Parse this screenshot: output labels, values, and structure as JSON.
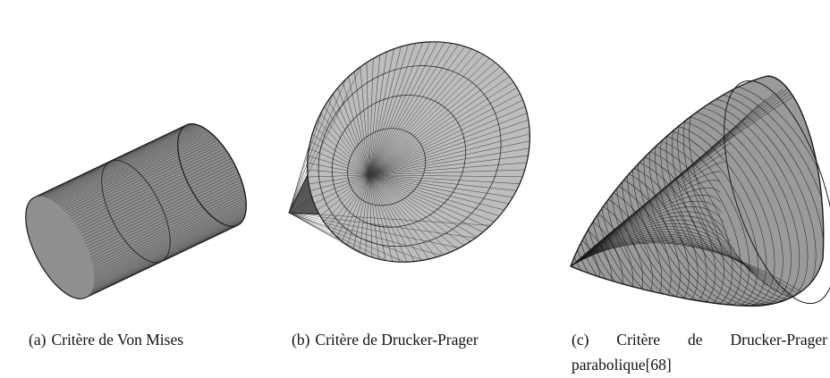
{
  "figures": [
    {
      "label": "(a)",
      "caption": "Critère de Von Mises"
    },
    {
      "label": "(b)",
      "caption": "Critère de Drucker-Prager"
    },
    {
      "label": "(c)",
      "caption_words": [
        "Critère",
        "de",
        "Drucker-Prager"
      ],
      "caption_line2": "parabolique[68]"
    }
  ],
  "colors": {
    "cylinder_fill": "#8f8f8f",
    "cone_outer_fill": "#575757",
    "cone_inner_fill": "#bdbdbd",
    "paraboloid_fill": "#9a9a9a",
    "line": "#1a1a1a"
  }
}
